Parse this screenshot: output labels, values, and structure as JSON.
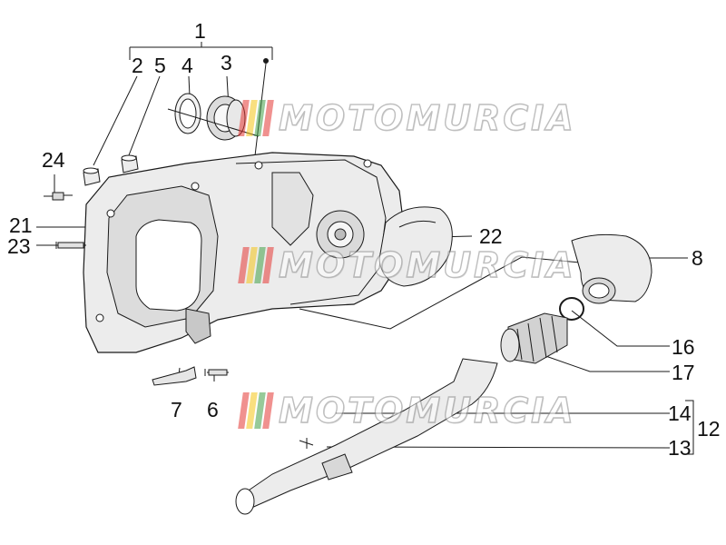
{
  "diagram": {
    "labels": {
      "l1": "1",
      "l2": "2",
      "l3": "3",
      "l4": "4",
      "l5": "5",
      "l6": "6",
      "l7": "7",
      "l8": "8",
      "l12": "12",
      "l13": "13",
      "l14": "14",
      "l16": "16",
      "l17": "17",
      "l21": "21",
      "l22": "22",
      "l23": "23",
      "l24": "24"
    },
    "watermark": "MOTOMURCIA",
    "colors": {
      "line": "#1a1a1a",
      "part_fill": "#ececec",
      "part_shade": "#c8c8c8",
      "stripe_red": "#e53935",
      "stripe_yellow": "#f5c518",
      "stripe_green": "#43a047"
    }
  }
}
